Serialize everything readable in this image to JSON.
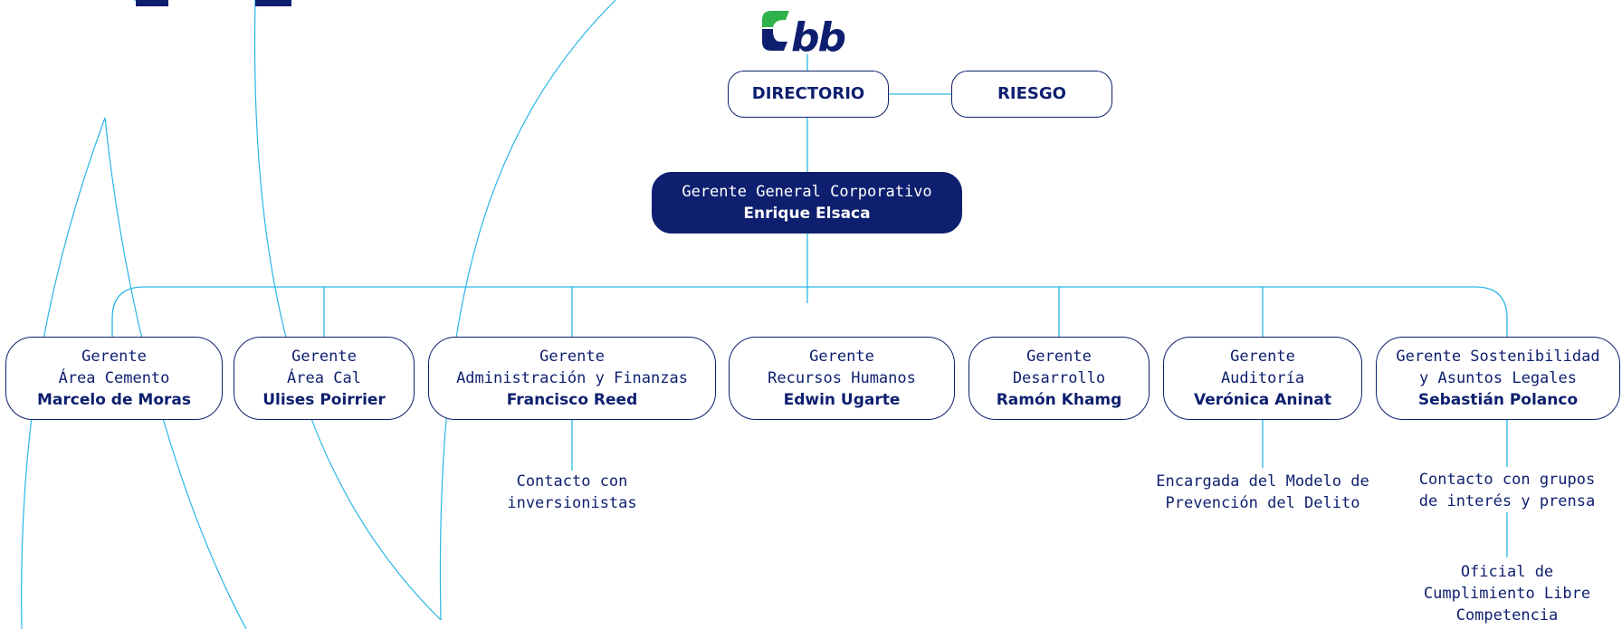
{
  "colors": {
    "navy": "#0d1f6e",
    "line": "#29b6e6",
    "logo_green": "#2fb24a"
  },
  "logo": {
    "text": "Cbb"
  },
  "board": {
    "directorio": "DIRECTORIO",
    "riesgo": "RIESGO"
  },
  "ceo": {
    "title": "Gerente General Corporativo",
    "name": "Enrique Elsaca"
  },
  "managers": [
    {
      "line1": "Gerente",
      "line2": "Área Cemento",
      "name": "Marcelo de Moras"
    },
    {
      "line1": "Gerente",
      "line2": "Área Cal",
      "name": "Ulises Poirrier"
    },
    {
      "line1": "Gerente",
      "line2": "Administración y Finanzas",
      "name": "Francisco Reed"
    },
    {
      "line1": "Gerente",
      "line2": "Recursos Humanos",
      "name": "Edwin Ugarte"
    },
    {
      "line1": "Gerente",
      "line2": "Desarrollo",
      "name": "Ramón Khamg"
    },
    {
      "line1": "Gerente",
      "line2": "Auditoría",
      "name": "Verónica Aninat"
    },
    {
      "line1": "Gerente Sostenibilidad",
      "line2": "y Asuntos Legales",
      "name": "Sebastián Polanco"
    }
  ],
  "notes": {
    "investors": {
      "line1": "Contacto con",
      "line2": "inversionistas"
    },
    "prevention": {
      "line1": "Encargada del Modelo de",
      "line2": "Prevención del Delito"
    },
    "press": {
      "line1": "Contacto con grupos",
      "line2": "de interés y prensa"
    },
    "compliance": {
      "line1": "Oficial de",
      "line2": "Cumplimiento Libre",
      "line3": "Competencia"
    }
  }
}
